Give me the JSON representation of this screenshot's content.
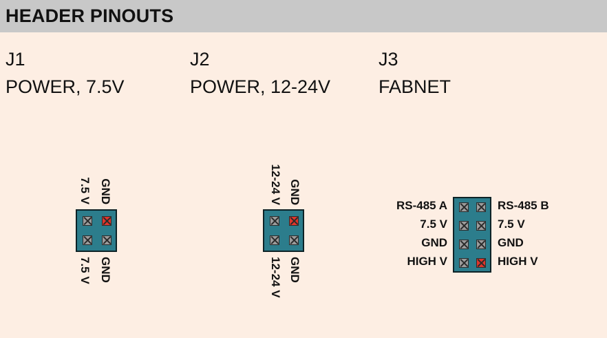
{
  "header": {
    "title": "HEADER PINOUTS"
  },
  "connectors": [
    {
      "id": "J1",
      "label": "POWER, 7.5V",
      "top_labels": [
        "7.5 V",
        "GND"
      ],
      "bottom_labels": [
        "7.5 V",
        "GND"
      ],
      "pins": [
        [
          "gray",
          "red"
        ],
        [
          "gray",
          "gray"
        ]
      ]
    },
    {
      "id": "J2",
      "label": "POWER, 12-24V",
      "top_labels": [
        "12-24 V",
        "GND"
      ],
      "bottom_labels": [
        "12-24 V",
        "GND"
      ],
      "pins": [
        [
          "gray",
          "red"
        ],
        [
          "gray",
          "gray"
        ]
      ]
    },
    {
      "id": "J3",
      "label": "FABNET",
      "left_labels": [
        "RS-485 A",
        "7.5 V",
        "GND",
        "HIGH V"
      ],
      "right_labels": [
        "RS-485 B",
        "7.5 V",
        "GND",
        "HIGH V"
      ],
      "pins": [
        [
          "gray",
          "gray"
        ],
        [
          "gray",
          "gray"
        ],
        [
          "gray",
          "gray"
        ],
        [
          "gray",
          "red"
        ]
      ]
    }
  ],
  "colors": {
    "background": "#fdeee3",
    "header_bar": "#c8c8c8",
    "connector_body": "#2c7d8c",
    "pin_default": "#9c9c9c",
    "pin_highlight": "#e0352b"
  }
}
